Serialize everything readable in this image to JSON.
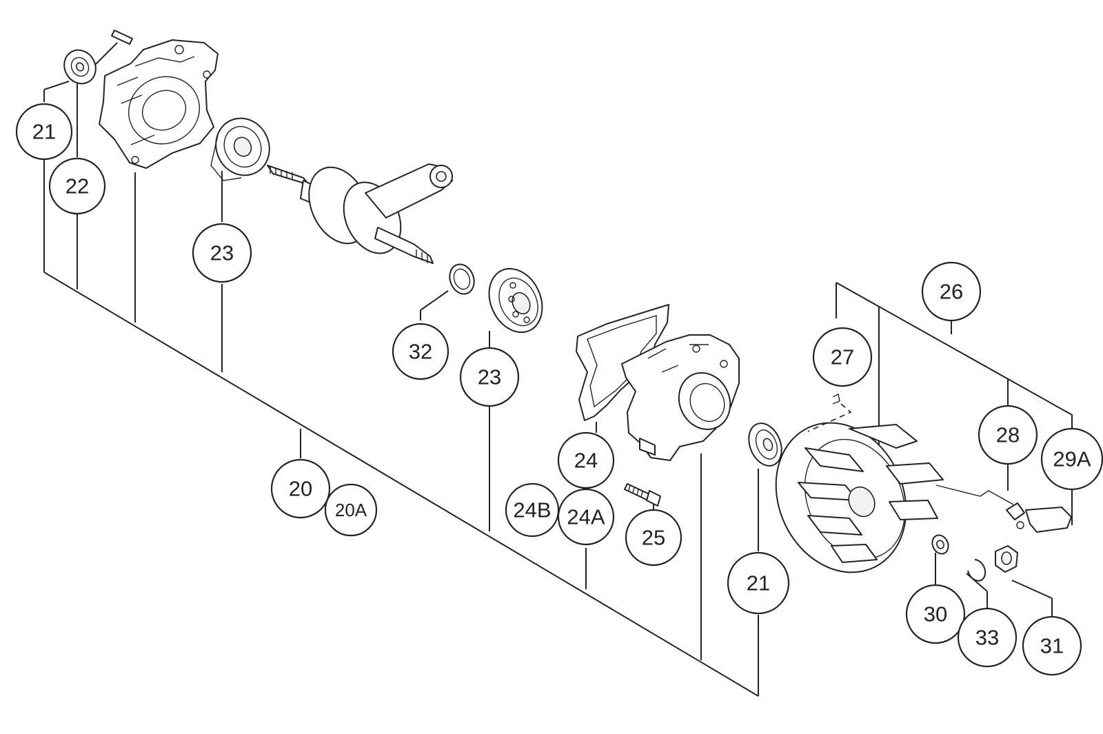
{
  "callouts": [
    {
      "id": "c21a",
      "label": "21"
    },
    {
      "id": "c22",
      "label": "22"
    },
    {
      "id": "c23a",
      "label": "23"
    },
    {
      "id": "c32",
      "label": "32"
    },
    {
      "id": "c23b",
      "label": "23"
    },
    {
      "id": "c20",
      "label": "20"
    },
    {
      "id": "c20A",
      "label": "20A"
    },
    {
      "id": "c24",
      "label": "24"
    },
    {
      "id": "c24B",
      "label": "24B"
    },
    {
      "id": "c24A",
      "label": "24A"
    },
    {
      "id": "c25",
      "label": "25"
    },
    {
      "id": "c21b",
      "label": "21"
    },
    {
      "id": "c26",
      "label": "26"
    },
    {
      "id": "c27",
      "label": "27"
    },
    {
      "id": "c28",
      "label": "28"
    },
    {
      "id": "c29A",
      "label": "29A"
    },
    {
      "id": "c30",
      "label": "30"
    },
    {
      "id": "c33",
      "label": "33"
    },
    {
      "id": "c31",
      "label": "31"
    }
  ]
}
